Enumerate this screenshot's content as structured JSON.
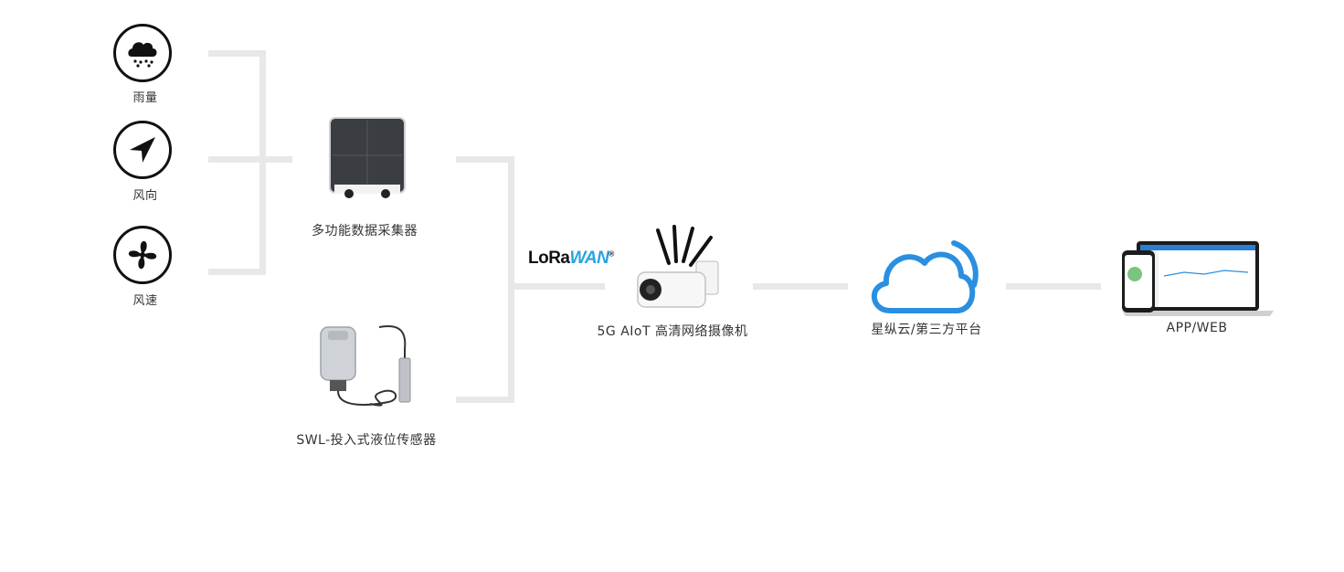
{
  "sensors": [
    {
      "label": "雨量",
      "icon": "rain-cloud-icon"
    },
    {
      "label": "风向",
      "icon": "wind-direction-arrow-icon"
    },
    {
      "label": "风速",
      "icon": "fan-icon"
    }
  ],
  "devices": {
    "collector": {
      "label": "多功能数据采集器",
      "icon": "solar-data-collector-icon"
    },
    "liquid_sensor": {
      "label": "SWL-投入式液位传感器",
      "icon": "liquid-level-sensor-icon"
    },
    "camera": {
      "label": "5G AIoT 高清网络摄像机",
      "icon": "5g-camera-icon"
    },
    "cloud": {
      "label": "星纵云/第三方平台",
      "icon": "cloud-icon"
    },
    "app": {
      "label": "APP/WEB",
      "icon": "phone-laptop-icon"
    }
  },
  "protocol": {
    "lora": "LoRa",
    "wan": "WAN",
    "mark": "®"
  },
  "colors": {
    "connector": "#e8e8e8",
    "cloud_blue": "#2a8fe0",
    "lorawan_blue": "#2aa4e0"
  }
}
